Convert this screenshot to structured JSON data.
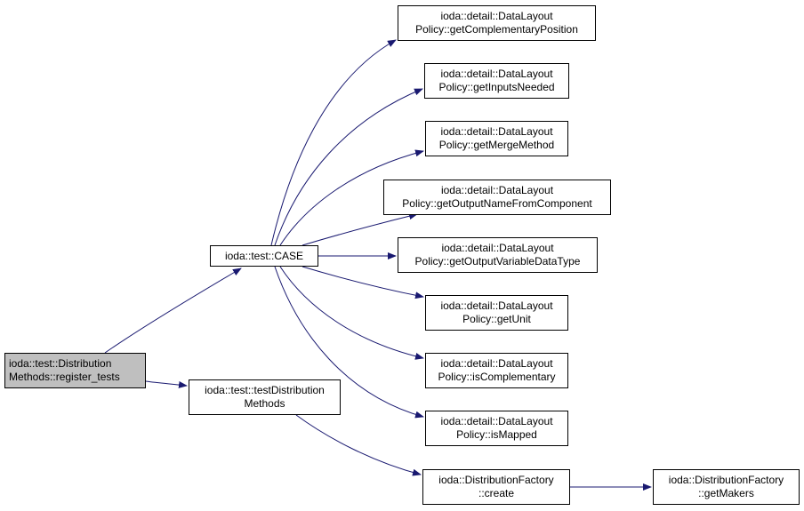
{
  "colors": {
    "edge": "#191970",
    "root_fill": "#bfbfbf",
    "node_fill": "#ffffff",
    "border": "#000000"
  },
  "nodes": [
    {
      "id": "register_tests",
      "lines": [
        "ioda::test::Distribution",
        "Methods::register_tests"
      ],
      "root": true
    },
    {
      "id": "case",
      "lines": [
        "ioda::test::CASE"
      ]
    },
    {
      "id": "testDistributionMethods",
      "lines": [
        "ioda::test::testDistribution",
        "Methods"
      ]
    },
    {
      "id": "getComplementaryPosition",
      "lines": [
        "ioda::detail::DataLayout",
        "Policy::getComplementaryPosition"
      ]
    },
    {
      "id": "getInputsNeeded",
      "lines": [
        "ioda::detail::DataLayout",
        "Policy::getInputsNeeded"
      ]
    },
    {
      "id": "getMergeMethod",
      "lines": [
        "ioda::detail::DataLayout",
        "Policy::getMergeMethod"
      ]
    },
    {
      "id": "getOutputNameFromComponent",
      "lines": [
        "ioda::detail::DataLayout",
        "Policy::getOutputNameFromComponent"
      ]
    },
    {
      "id": "getOutputVariableDataType",
      "lines": [
        "ioda::detail::DataLayout",
        "Policy::getOutputVariableDataType"
      ]
    },
    {
      "id": "getUnit",
      "lines": [
        "ioda::detail::DataLayout",
        "Policy::getUnit"
      ]
    },
    {
      "id": "isComplementary",
      "lines": [
        "ioda::detail::DataLayout",
        "Policy::isComplementary"
      ]
    },
    {
      "id": "isMapped",
      "lines": [
        "ioda::detail::DataLayout",
        "Policy::isMapped"
      ]
    },
    {
      "id": "create",
      "lines": [
        "ioda::DistributionFactory",
        "::create"
      ]
    },
    {
      "id": "getMakers",
      "lines": [
        "ioda::DistributionFactory",
        "::getMakers"
      ]
    }
  ],
  "edges": [
    [
      "register_tests",
      "case"
    ],
    [
      "register_tests",
      "testDistributionMethods"
    ],
    [
      "case",
      "getComplementaryPosition"
    ],
    [
      "case",
      "getInputsNeeded"
    ],
    [
      "case",
      "getMergeMethod"
    ],
    [
      "case",
      "getOutputNameFromComponent"
    ],
    [
      "case",
      "getOutputVariableDataType"
    ],
    [
      "case",
      "getUnit"
    ],
    [
      "case",
      "isComplementary"
    ],
    [
      "case",
      "isMapped"
    ],
    [
      "testDistributionMethods",
      "create"
    ],
    [
      "create",
      "getMakers"
    ]
  ]
}
